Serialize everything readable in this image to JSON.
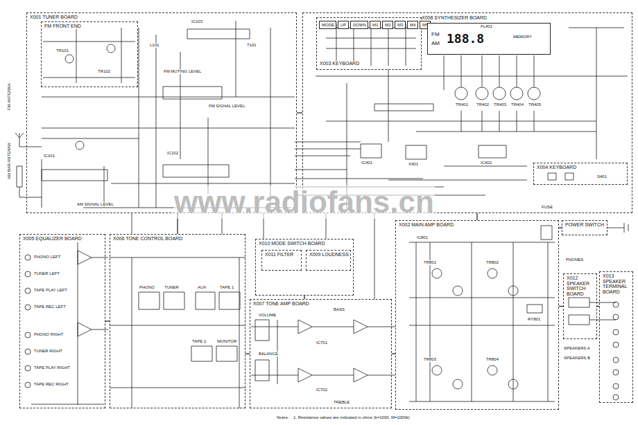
{
  "diagram": {
    "nodes": [
      {
        "text": [
          "X001 TUNER BOARD"
        ]
      },
      {
        "text": [
          "FM FRONT END"
        ],
        "in": 0
      },
      {
        "text": [
          "X008 SYNTHESIZER BOARD"
        ]
      },
      {
        "text": [
          "X003 KEYBOARD"
        ],
        "in": 2
      },
      {
        "text": [
          "MODE"
        ],
        "in": 3
      },
      {
        "text": [
          "UP"
        ],
        "in": 3
      },
      {
        "text": [
          "DOWN"
        ],
        "in": 3
      },
      {
        "text": [
          "M1"
        ],
        "in": 3
      },
      {
        "text": [
          "M2"
        ],
        "in": 3
      },
      {
        "text": [
          "M3"
        ],
        "in": 3
      },
      {
        "text": [
          "M4"
        ],
        "in": 3
      },
      {
        "text": [
          "M5"
        ],
        "in": 3
      },
      {
        "text": [
          "FL401",
          "FM",
          "AM",
          "188.8",
          "MEMORY"
        ],
        "in": 2
      },
      {
        "text": [
          "X004 KEYBOARD"
        ],
        "in": 2
      },
      {
        "text": [
          "X005 EQUALIZER BOARD"
        ]
      },
      {
        "text": [
          "X006 TONE CONTROL BOARD"
        ]
      },
      {
        "text": [
          "X010 MODE SWITCH BOARD"
        ]
      },
      {
        "text": [
          "X011 FILTER"
        ],
        "in": 16
      },
      {
        "text": [
          "X009 LOUDNESS"
        ],
        "in": 16
      },
      {
        "text": [
          "X007 TONE AMP BOARD"
        ]
      },
      {
        "text": [
          "X002 MAIN AMP BOARD"
        ]
      },
      {
        "text": [
          "POWER SWITCH"
        ]
      },
      {
        "text": [
          "X012 SPEAKER SWITCH BOARD"
        ]
      },
      {
        "text": [
          "X013 SPEAKER TERMINAL BOARD"
        ]
      }
    ],
    "edges": [
      {
        "from": 0,
        "to": 2,
        "arrow": "none"
      },
      {
        "from": 0,
        "to": 15,
        "arrow": "none"
      },
      {
        "from": 14,
        "to": 15,
        "arrow": "none"
      },
      {
        "from": 15,
        "to": 19,
        "arrow": "none"
      },
      {
        "from": 16,
        "to": 19,
        "arrow": "none"
      },
      {
        "from": 19,
        "to": 20,
        "arrow": "none"
      },
      {
        "from": 2,
        "to": 20,
        "arrow": "none"
      },
      {
        "from": 21,
        "to": 20,
        "arrow": "none"
      },
      {
        "from": 20,
        "to": 22,
        "arrow": "none"
      },
      {
        "from": 22,
        "to": 23,
        "arrow": "none"
      }
    ],
    "labels": [
      "FM ANTENNA",
      "AM BAR ANTENNA",
      "TR101",
      "TR102",
      "L101",
      "T101",
      "IC101",
      "IC102",
      "IC103",
      "FM MUTING LEVEL",
      "FM SIGNAL LEVEL",
      "AM SIGNAL LEVEL",
      "IC401",
      "IC402",
      "X401",
      "TR401",
      "TR402",
      "TR403",
      "TR404",
      "TR405",
      "S401",
      "PHONO LEFT",
      "TUNER LEFT",
      "TAPE PLAY LEFT",
      "TAPE REC LEFT",
      "PHONO RIGHT",
      "TUNER RIGHT",
      "TAPE PLAY RIGHT",
      "TAPE REC RIGHT",
      "PHONO",
      "TUNER",
      "AUX",
      "TAPE 1",
      "TAPE 2",
      "MONITOR",
      "VOLUME",
      "BALANCE",
      "BASS",
      "TREBLE",
      "IC701",
      "IC702",
      "IC801",
      "TR801",
      "TR802",
      "TR803",
      "TR804",
      "RY801",
      "PHONES",
      "SPEAKERS A",
      "SPEAKERS B",
      "FUSE",
      "www.radiofans.cn",
      "Notes:",
      "1. Resistance values are indicated in ohms (k=1000, M=1000k)"
    ]
  }
}
